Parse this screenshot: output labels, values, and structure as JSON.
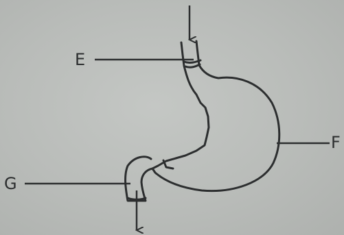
{
  "labels": {
    "e": "E",
    "f": "F",
    "g": "G"
  },
  "colors": {
    "background": "#bcbfbc",
    "ink": "#2c2e2f"
  }
}
